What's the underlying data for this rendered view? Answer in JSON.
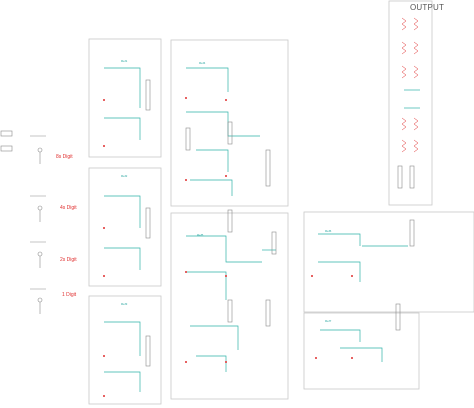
{
  "header": {
    "output_title": "OUTPUT"
  },
  "digits": [
    {
      "label": "8s Digit"
    },
    {
      "label": "4s Digit"
    },
    {
      "label": "2s Digit"
    },
    {
      "label": "1 Digit"
    }
  ],
  "panel_notes": {
    "tile_a": "Ref1",
    "tile_b": "Ref2",
    "tile_c": "Ref3",
    "tile_d": "Ref4",
    "tile_e": "Ref5",
    "tile_f": "Ref6",
    "tile_g": "Ref7"
  },
  "colors": {
    "wire": "#2fb3a9",
    "component": "#8a8a8a",
    "accent": "#e03030",
    "border": "#c8c8c8"
  }
}
